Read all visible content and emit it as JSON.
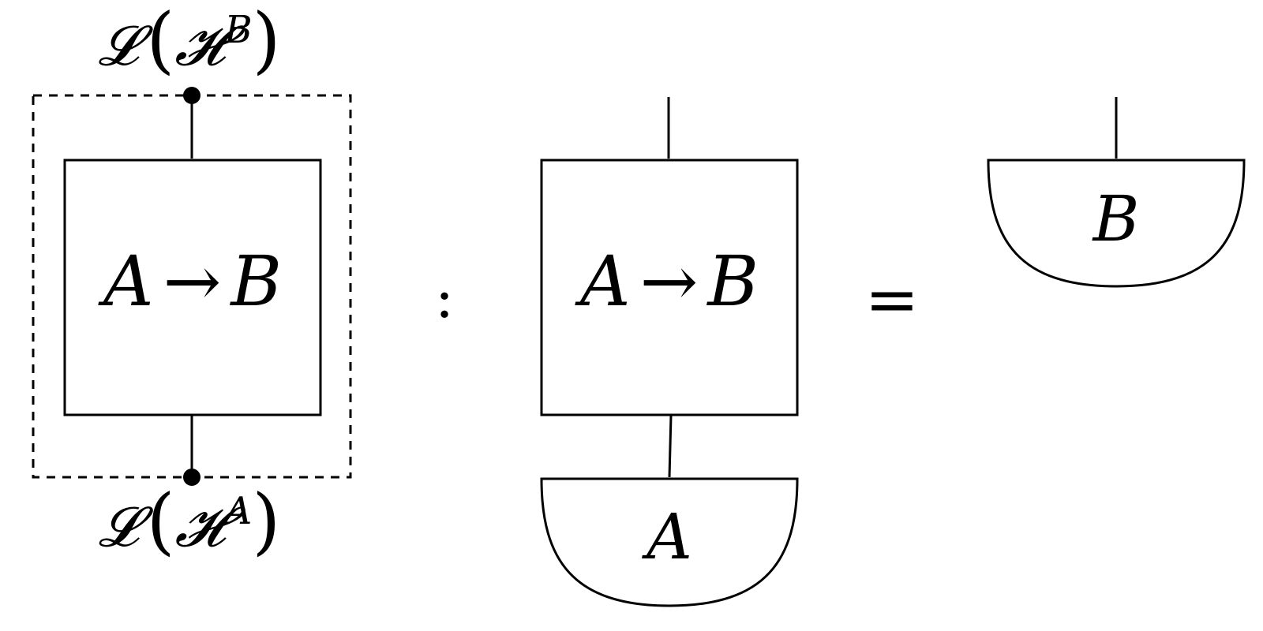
{
  "left": {
    "box_from": "A",
    "box_arrow": "→",
    "box_to": "B",
    "top_label": {
      "fn": "𝓛",
      "open": "(",
      "space": "𝓗",
      "sup": "B",
      "close": ")"
    },
    "bottom_label": {
      "fn": "𝓛",
      "open": "(",
      "space": "𝓗",
      "sup": "A",
      "close": ")"
    }
  },
  "colon": ":",
  "middle": {
    "box_from": "A",
    "box_arrow": "→",
    "box_to": "B",
    "effect_label": "A"
  },
  "equals": "=",
  "right": {
    "effect_label": "B"
  }
}
